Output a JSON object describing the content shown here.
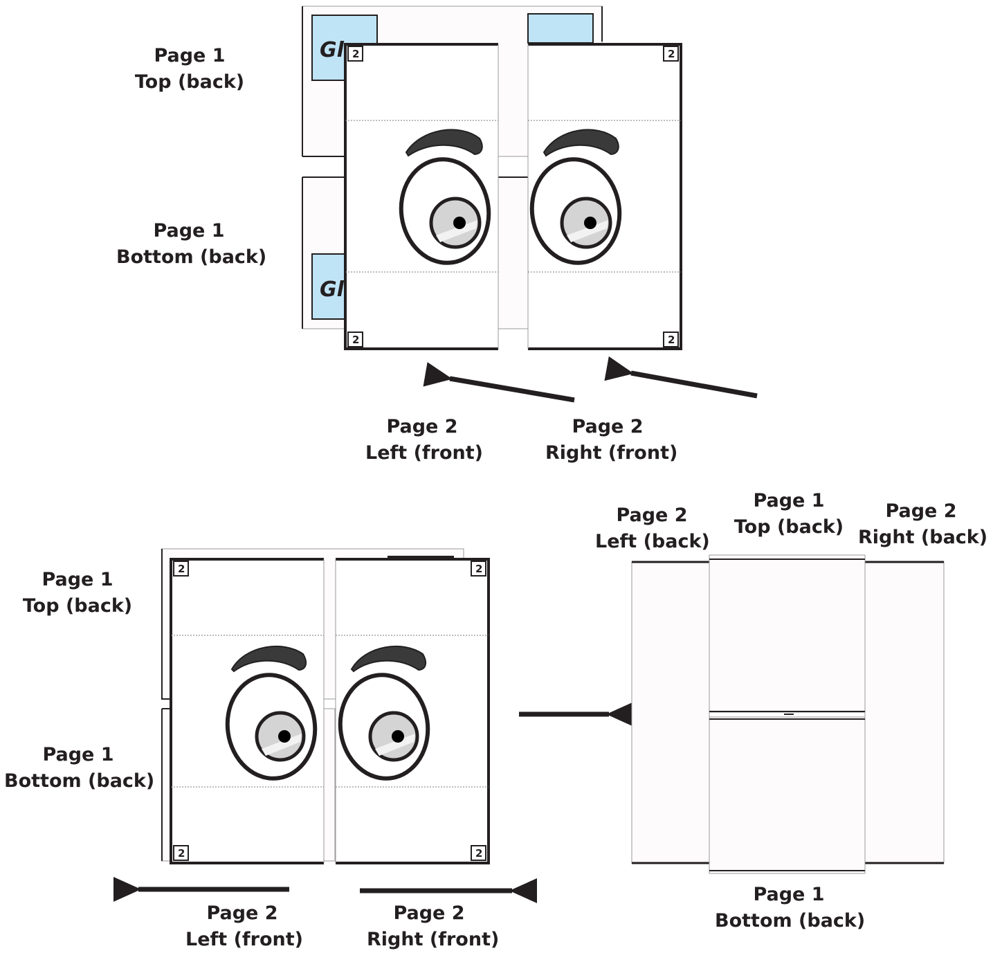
{
  "labels": {
    "s1_p1_top": {
      "line1": "Page 1",
      "line2": "Top (back)"
    },
    "s1_p1_bottom": {
      "line1": "Page 1",
      "line2": "Bottom (back)"
    },
    "s1_p2_left": {
      "line1": "Page 2",
      "line2": "Left (front)"
    },
    "s1_p2_right": {
      "line1": "Page 2",
      "line2": "Right (front)"
    },
    "s2_p1_top": {
      "line1": "Page 1",
      "line2": "Top (back)"
    },
    "s2_p1_bottom": {
      "line1": "Page 1",
      "line2": "Bottom (back)"
    },
    "s2_p2_left": {
      "line1": "Page 2",
      "line2": "Left (front)"
    },
    "s2_p2_right": {
      "line1": "Page 2",
      "line2": "Right (front)"
    },
    "s3_p2_left": {
      "line1": "Page 2",
      "line2": "Left (back)"
    },
    "s3_p1_top": {
      "line1": "Page 1",
      "line2": "Top (back)"
    },
    "s3_p2_right": {
      "line1": "Page 2",
      "line2": "Right (back)"
    },
    "s3_p1_bottom": {
      "line1": "Page 1",
      "line2": "Bottom (back)"
    }
  },
  "corner_number": "2",
  "glue_tab_text": "Gl",
  "colors": {
    "ink": "#231f20",
    "glue_tab": "#bfe4f6",
    "iris": "#d4d4d4",
    "eyebrow": "#3a3a3a"
  }
}
